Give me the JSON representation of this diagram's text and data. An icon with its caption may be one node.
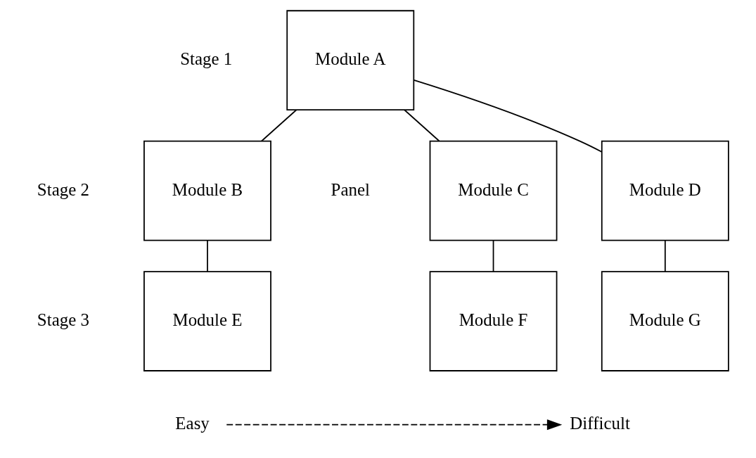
{
  "diagram": {
    "nodes": [
      {
        "text": [
          "Module A"
        ]
      },
      {
        "text": [
          "Module B"
        ]
      },
      {
        "text": [
          "Module C"
        ]
      },
      {
        "text": [
          "Module D"
        ]
      },
      {
        "text": [
          "Module E"
        ]
      },
      {
        "text": [
          "Module F"
        ]
      },
      {
        "text": [
          "Module G"
        ]
      }
    ],
    "edges": [
      {
        "from": 0,
        "to": 1,
        "arrow": "none"
      },
      {
        "from": 0,
        "to": 2,
        "arrow": "none"
      },
      {
        "from": 0,
        "to": 3,
        "arrow": "none"
      },
      {
        "from": 1,
        "to": 4,
        "arrow": "none"
      },
      {
        "from": 2,
        "to": 5,
        "arrow": "none"
      },
      {
        "from": 3,
        "to": 6,
        "arrow": "none"
      }
    ],
    "labels": [
      "Stage 1",
      "Panel",
      "Stage 2",
      "Stage 3",
      "Easy",
      "Difficult"
    ]
  }
}
